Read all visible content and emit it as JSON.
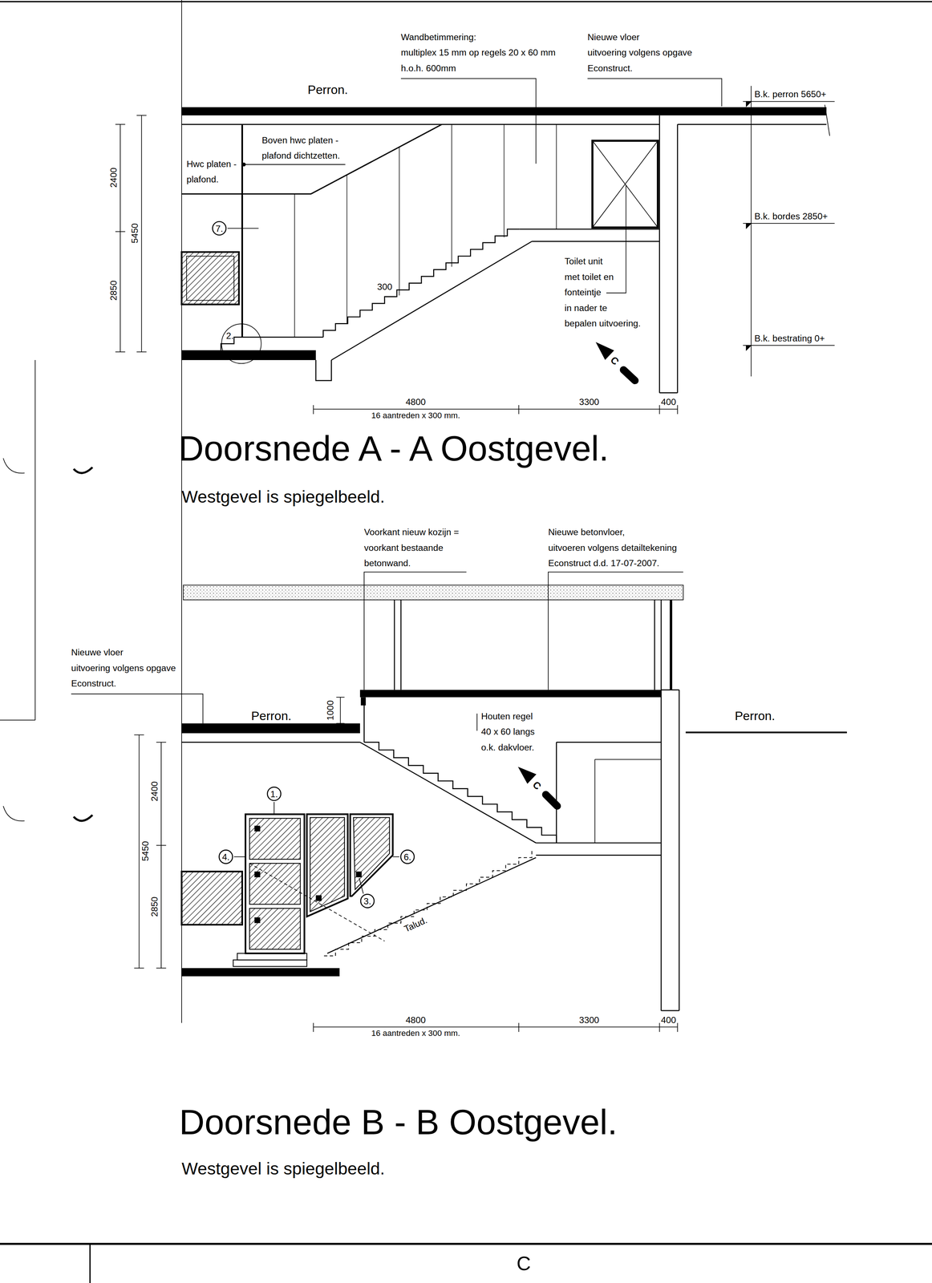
{
  "diagram": {
    "title": "Doorsnede A - A Oostgevel.",
    "nodes": [
      {
        "text": [
          "7."
        ]
      },
      {
        "text": [
          "2."
        ]
      },
      {
        "text": [
          "1."
        ]
      },
      {
        "text": [
          "4."
        ]
      },
      {
        "text": [
          "6."
        ]
      },
      {
        "text": [
          "3."
        ]
      }
    ],
    "labels": [
      "Wandbetimmering: multiplex 15 mm op regels 20 x 60 mm h.o.h. 600mm",
      "Nieuwe vloer uitvoering volgens opgave Econstruct.",
      "Perron.",
      "B.k. perron 5650+",
      "Boven hwc platen - plafond dichtzetten.",
      "Hwc platen - plafond.",
      "2400",
      "5450",
      "2850",
      "300",
      "B.k. bordes 2850+",
      "Toilet unit met toilet en fonteintje in nader te bepalen uitvoering.",
      "B.k. bestrating 0+",
      "C",
      "4800",
      "16 aantreden x 300 mm.",
      "3300",
      "400",
      "Westgevel is spiegelbeeld.",
      "Voorkant nieuw kozijn = voorkant bestaande betonwand.",
      "Nieuwe betonvloer, uitvoeren volgens detailtekening Econstruct d.d. 17-07-2007.",
      "Nieuwe vloer uitvoering volgens opgave Econstruct.",
      "Perron.",
      "1000",
      "Houten regel 40 x 60 langs o.k. dakvloer.",
      "Perron.",
      "C",
      "2400",
      "5450",
      "2850",
      "Talud.",
      "4800",
      "16 aantreden x 300 mm.",
      "3300",
      "400",
      "Doorsnede B - B Oostgevel.",
      "Westgevel is spiegelbeeld.",
      "C"
    ]
  }
}
